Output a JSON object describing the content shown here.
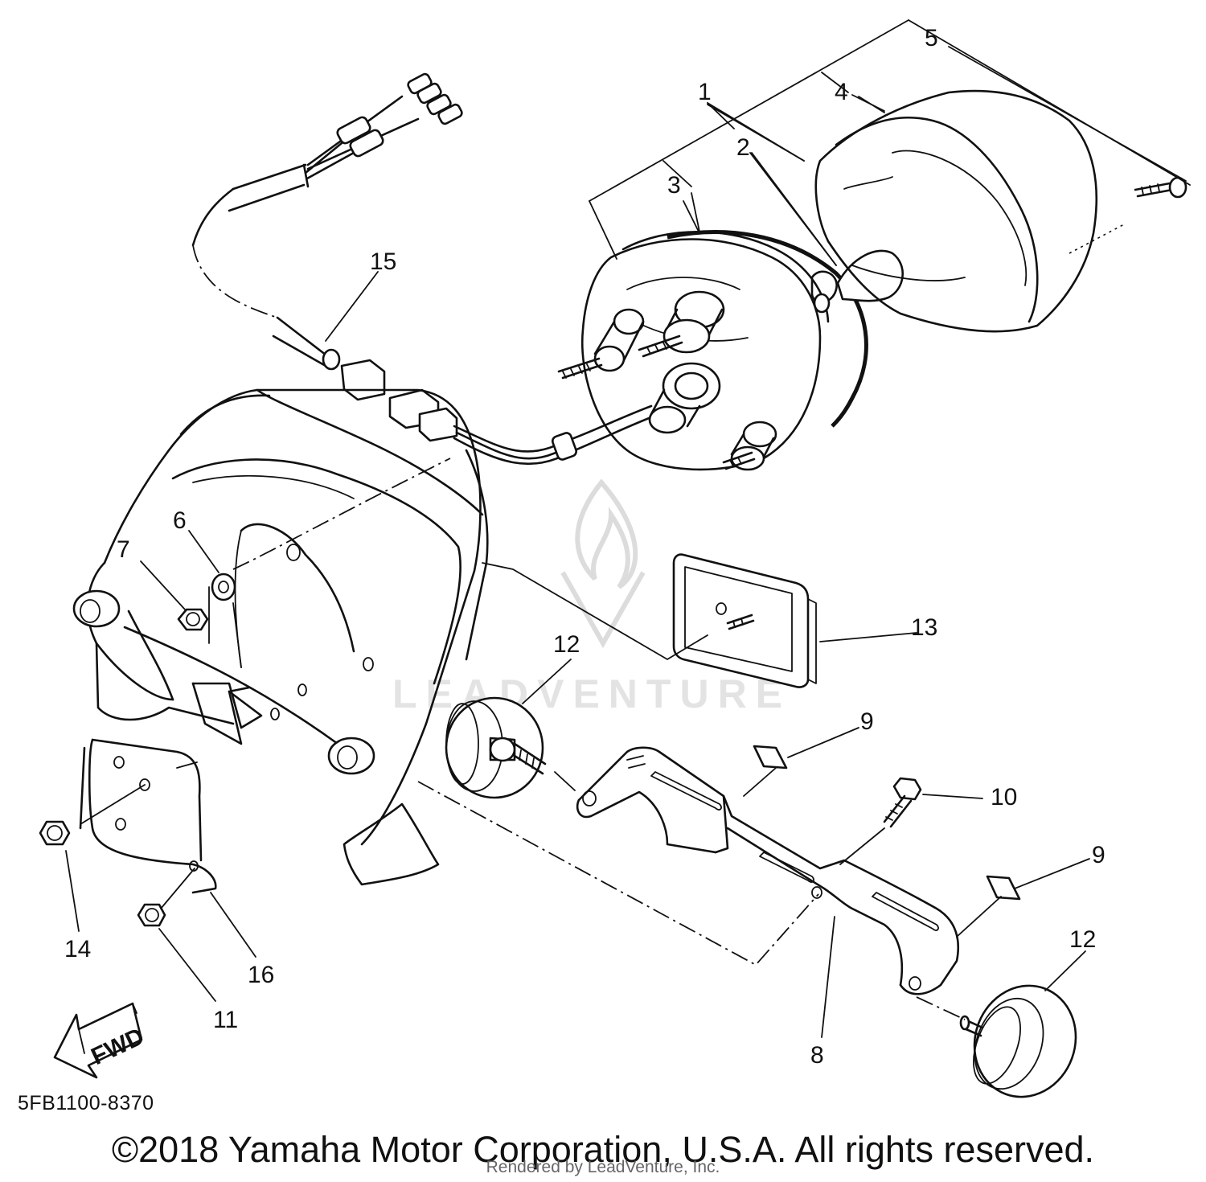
{
  "callouts": {
    "c1": "1",
    "c2": "2",
    "c3": "3",
    "c4": "4",
    "c5": "5",
    "c6": "6",
    "c7": "7",
    "c8": "8",
    "c9a": "9",
    "c9b": "9",
    "c10": "10",
    "c11": "11",
    "c12a": "12",
    "c12b": "12",
    "c13": "13",
    "c14": "14",
    "c15": "15",
    "c16": "16"
  },
  "fwd_label": "FWD",
  "diagram_code": "5FB1100-8370",
  "copyright": "©2018 Yamaha Motor Corporation, U.S.A. All rights reserved.",
  "rendered_by": "Rendered by LeadVenture, Inc.",
  "watermark": {
    "text": "LEADVENTURE",
    "color": "#e3e3e3",
    "icon": "leadventure-flame-logo"
  }
}
